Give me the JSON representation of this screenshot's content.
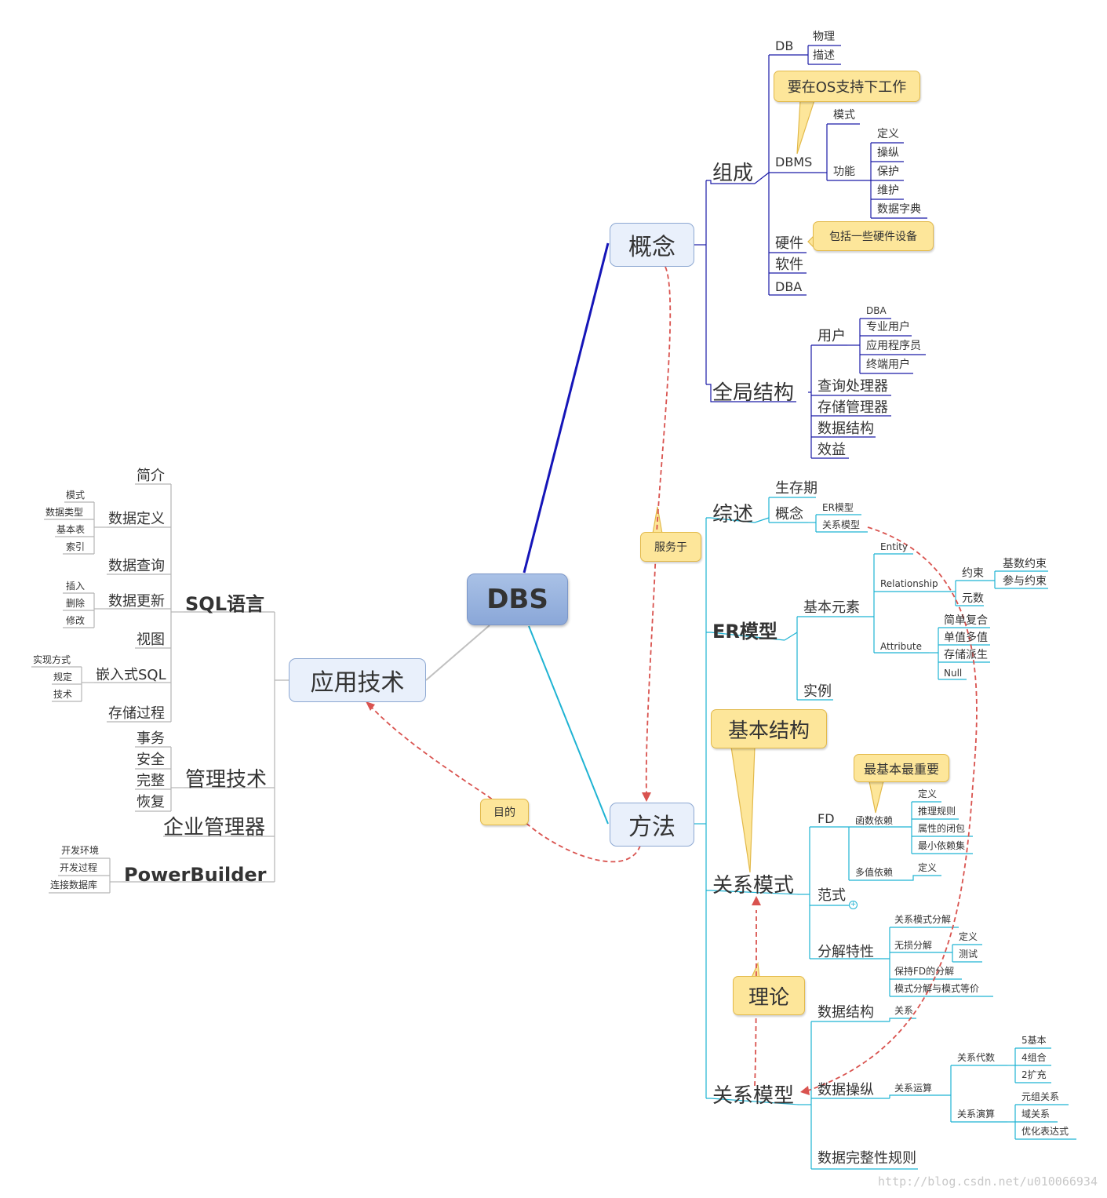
{
  "central": "DBS",
  "branches": {
    "concept": "概念",
    "method": "方法",
    "application": "应用技术"
  },
  "callouts": {
    "os": "要在OS支持下工作",
    "hardware_note": "包括一些硬件设备",
    "serves": "服务于",
    "purpose": "目的",
    "basic_structure": "基本结构",
    "most_important": "最基本最重要",
    "theory": "理论"
  },
  "concept": {
    "composition": "组成",
    "db": "DB",
    "physical": "物理",
    "description": "描述",
    "dbms": "DBMS",
    "schema": "模式",
    "function": "功能",
    "define": "定义",
    "manipulate": "操纵",
    "protect": "保护",
    "maintain": "维护",
    "data_dictionary": "数据字典",
    "hardware": "硬件",
    "software": "软件",
    "dba": "DBA",
    "global_structure": "全局结构",
    "users": "用户",
    "user_dba": "DBA",
    "professional_users": "专业用户",
    "app_programmers": "应用程序员",
    "end_users": "终端用户",
    "query_processor": "查询处理器",
    "storage_manager": "存储管理器",
    "data_structures": "数据结构",
    "benefits": "效益"
  },
  "method": {
    "overview": "综述",
    "lifecycle": "生存期",
    "concept": "概念",
    "er_model_sub": "ER模型",
    "relational_model_sub": "关系模型",
    "er_model": "ER模型",
    "basic_elements": "基本元素",
    "entity": "Entity",
    "relationship": "Relationship",
    "constraints": "约束",
    "cardinality": "基数约束",
    "participation": "参与约束",
    "degree": "元数",
    "attribute": "Attribute",
    "simple_composite": "简单复合",
    "single_multi": "单值多值",
    "stored_derived": "存储派生",
    "null": "Null",
    "instance": "实例",
    "relational_schema": "关系模式",
    "fd": "FD",
    "functional_dependency": "函数依赖",
    "fd_define": "定义",
    "inference_rules": "推理规则",
    "attribute_closure": "属性的闭包",
    "minimal_cover": "最小依赖集",
    "mvd": "多值依赖",
    "mvd_define": "定义",
    "normal_forms": "范式",
    "decomposition": "分解特性",
    "schema_decomposition": "关系模式分解",
    "lossless": "无损分解",
    "lossless_define": "定义",
    "lossless_test": "测试",
    "fd_preserving": "保持FD的分解",
    "equivalence": "模式分解与模式等价",
    "relational_model": "关系模型",
    "data_structure": "数据结构",
    "relation": "关系",
    "data_manipulation": "数据操纵",
    "relational_operations": "关系运算",
    "relational_algebra": "关系代数",
    "five_basic": "5基本",
    "four_combined": "4组合",
    "two_extended": "2扩充",
    "relational_calculus": "关系演算",
    "tuple_calculus": "元组关系",
    "domain_calculus": "域关系",
    "optimization": "优化表达式",
    "integrity_rules": "数据完整性规则"
  },
  "application": {
    "sql": "SQL语言",
    "intro": "简介",
    "data_definition": "数据定义",
    "dd_schema": "模式",
    "dd_types": "数据类型",
    "dd_tables": "基本表",
    "dd_index": "索引",
    "data_query": "数据查询",
    "data_update": "数据更新",
    "insert": "插入",
    "delete": "删除",
    "modify": "修改",
    "view": "视图",
    "embedded_sql": "嵌入式SQL",
    "impl_method": "实现方式",
    "rules": "规定",
    "technique": "技术",
    "stored_procedure": "存储过程",
    "management": "管理技术",
    "transaction": "事务",
    "security": "安全",
    "integrity": "完整",
    "recovery": "恢复",
    "enterprise_manager": "企业管理器",
    "powerbuilder": "PowerBuilder",
    "dev_env": "开发环境",
    "dev_process": "开发过程",
    "connect_db": "连接数据库"
  },
  "watermark": "http://blog.csdn.net/u010066934",
  "colors": {
    "concept_lines": "#1a1aa6",
    "method_lines": "#1fb3d3",
    "app_lines": "#b5b5b5",
    "relation_arrows": "#d9534f",
    "callout_fill": "#fde69a"
  }
}
